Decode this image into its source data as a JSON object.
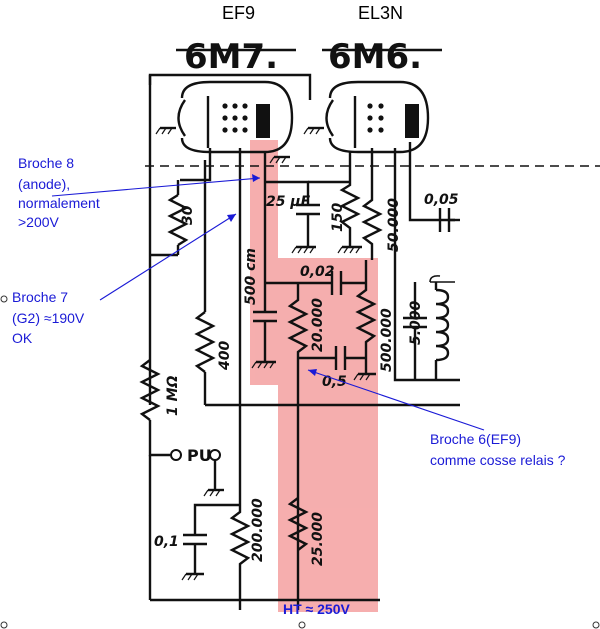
{
  "tubes": {
    "left": {
      "name": "EF9",
      "old_name": "6M7."
    },
    "right": {
      "name": "EL3N",
      "old_name": "6M6."
    }
  },
  "components": {
    "r_30": "30",
    "cap_25uf": "25 µF",
    "r_150": "150",
    "r_50000": "50.000",
    "cap_005": "0,05",
    "cap_500cm": "500 cm",
    "cap_002": "0,02",
    "r_20000": "20.000",
    "r_500000": "500.000",
    "cap_05": "0,5",
    "r_5000": "5.000",
    "r_400": "400",
    "r_1mohm": "1 MΩ",
    "pu_label": "PU",
    "cap_01": "0,1",
    "r_200000": "200.000",
    "r_25000": "25.000"
  },
  "annotations": {
    "pin8": [
      "Broche 8",
      "(anode),",
      "normalement",
      ">200V"
    ],
    "pin7": [
      "Broche 7",
      "(G2) ≈190V",
      "OK"
    ],
    "pin6": [
      "Broche 6(EF9)",
      "comme cosse relais ?"
    ],
    "ht": "HT ≈ 250V"
  },
  "colors": {
    "highlight": "#f4a0a0",
    "annotation": "#1a1ad6",
    "schematic": "#111111"
  }
}
